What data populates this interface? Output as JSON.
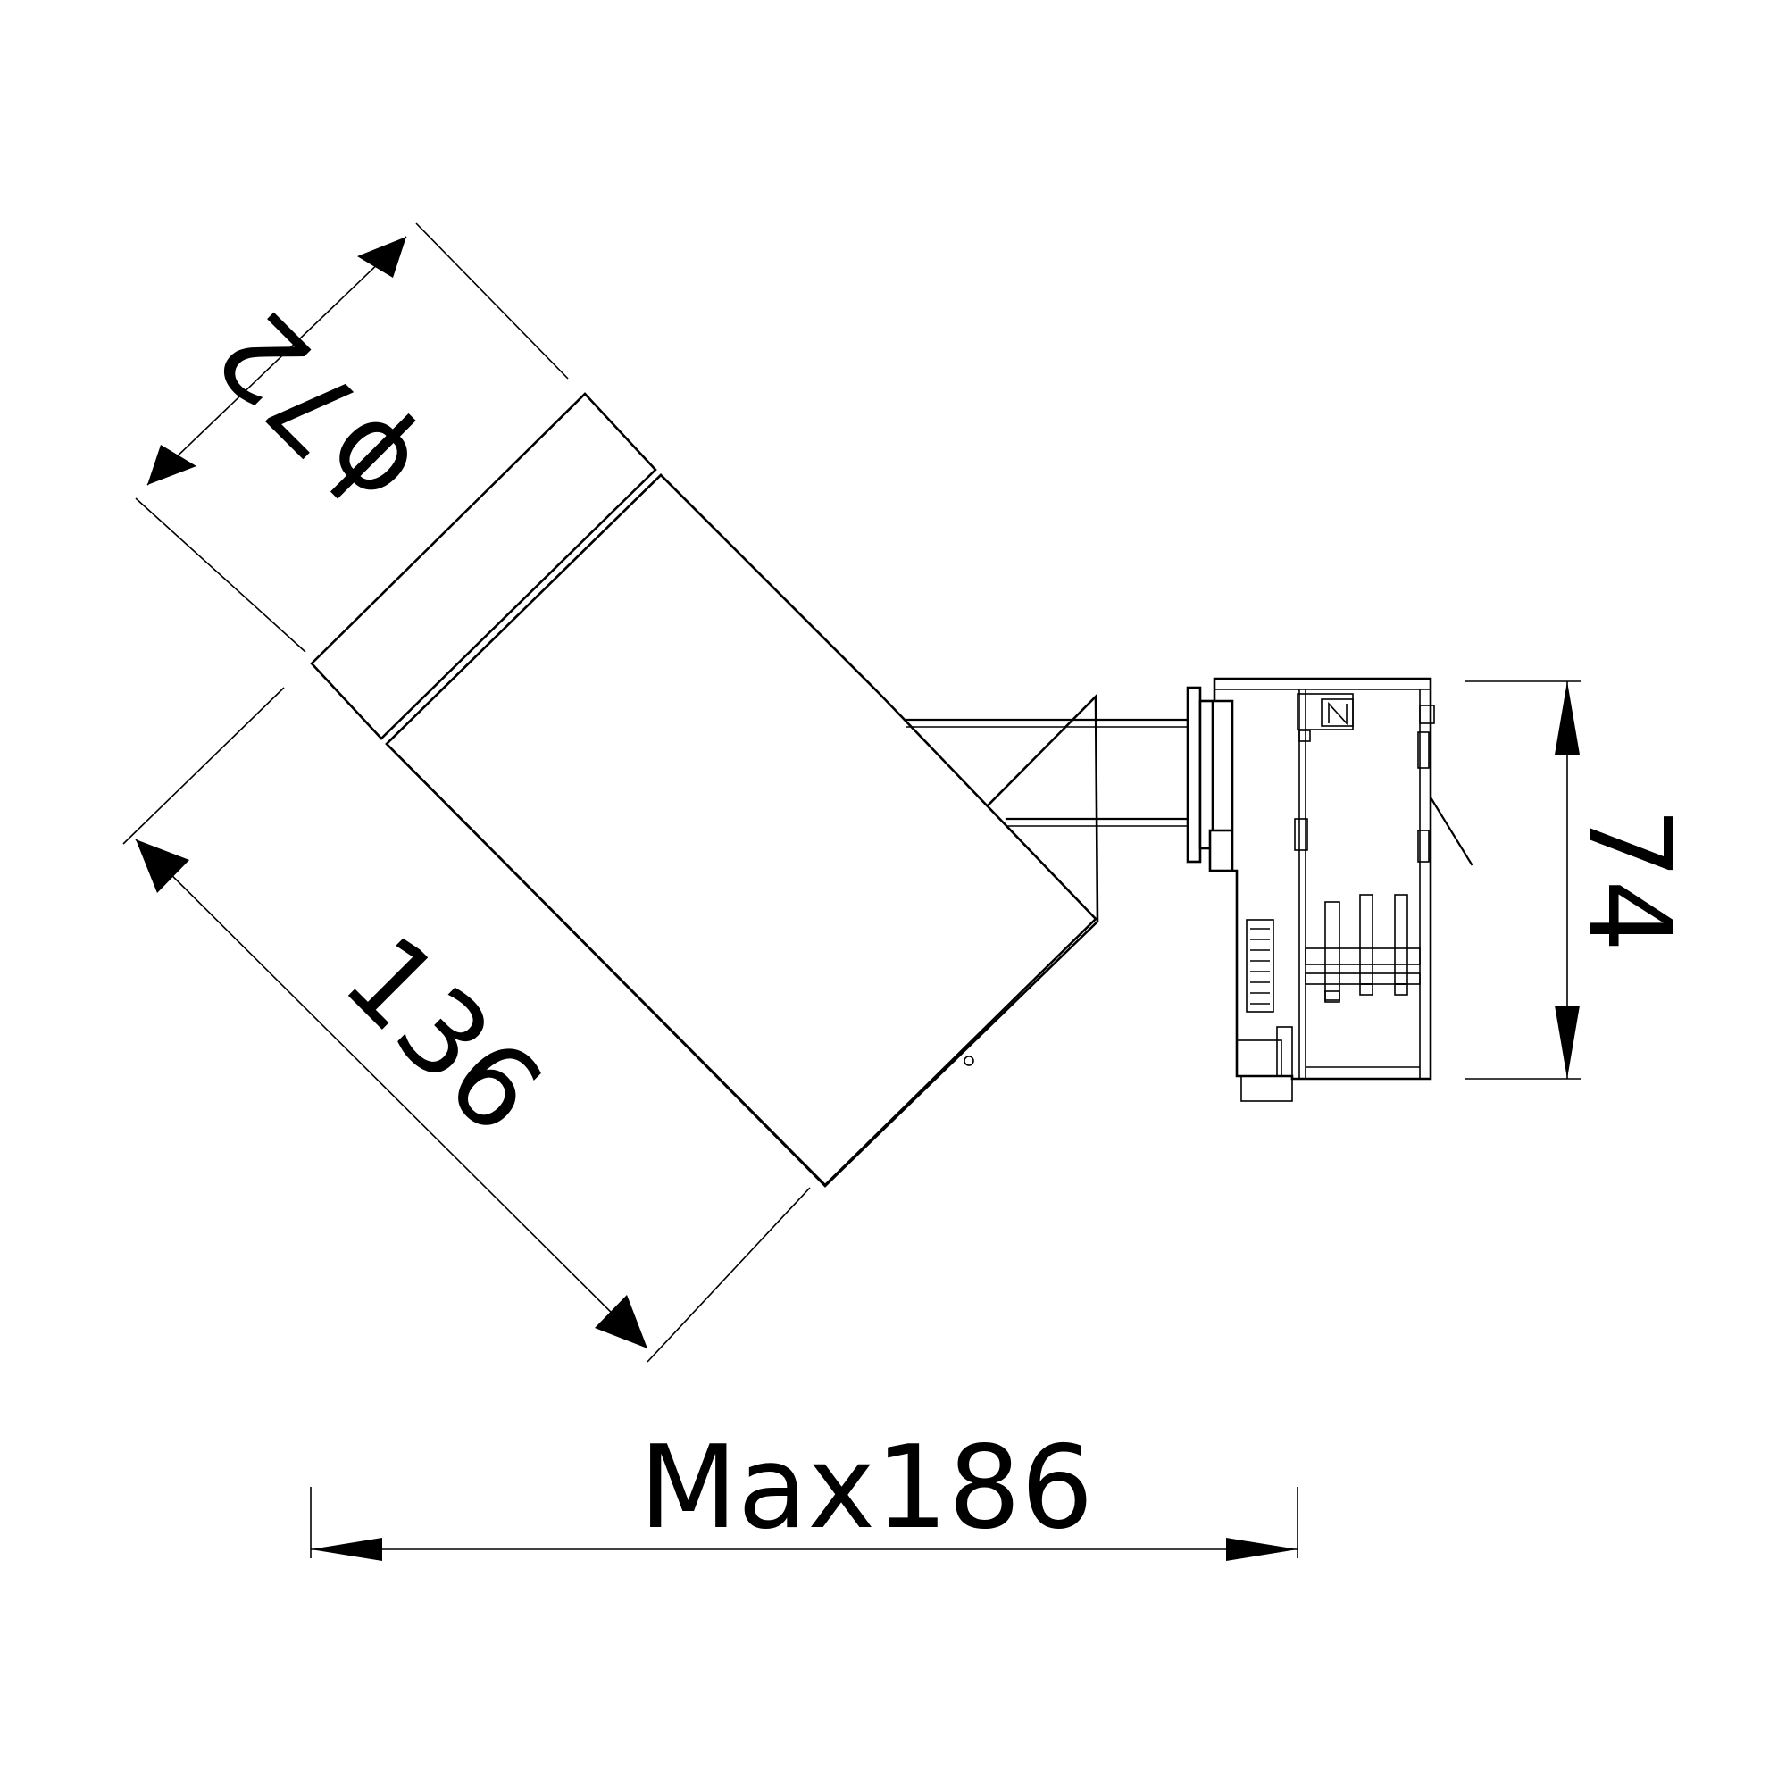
{
  "dimensions": {
    "diameter": "ϕ72",
    "length": "136",
    "height": "74",
    "max_width": "Max186"
  }
}
